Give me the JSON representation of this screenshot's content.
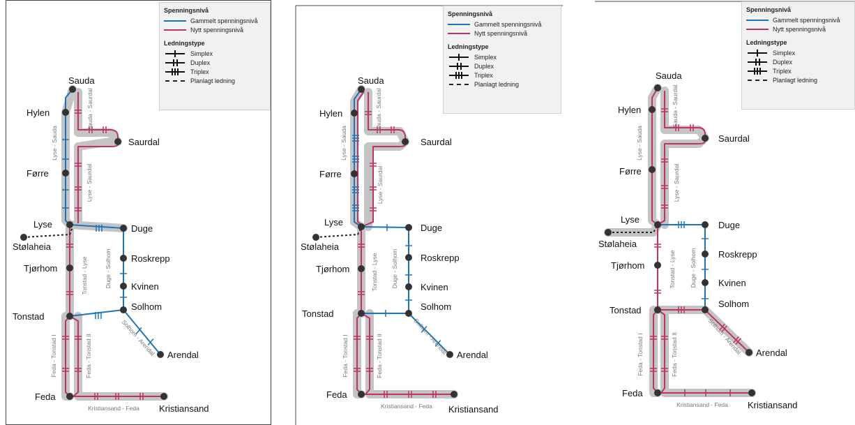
{
  "legend": {
    "voltage_title": "Spenningsnivå",
    "old_voltage": "Gammelt spenningsnivå",
    "new_voltage": "Nytt spenningsnivå",
    "line_type_title": "Ledningstype",
    "simplex": "Simplex",
    "duplex": "Duplex",
    "triplex": "Triplex",
    "planned": "Planlagt ledning"
  },
  "colors": {
    "old": "#1b75bc",
    "new": "#c0306a",
    "highlight": "#c4c4c4",
    "node": "#333333",
    "planned": "#222222"
  },
  "nodes": {
    "sauda": "Sauda",
    "hylen": "Hylen",
    "saurdal": "Saurdal",
    "forre": "Førre",
    "lyse": "Lyse",
    "duge": "Duge",
    "stolaheia": "Stølaheia",
    "roskrepp": "Roskrepp",
    "tjorhom": "Tjørhom",
    "kvinen": "Kvinen",
    "solhom": "Solhom",
    "tonstad": "Tonstad",
    "arendal": "Arendal",
    "feda": "Feda",
    "kristiansand": "Kristiansand"
  },
  "lines": {
    "sauda_saurdal": "Sauda - Saurdal",
    "lyse_sauda": "Lyse - Sauda",
    "lyse_saurdal": "Lyse - Saurdal",
    "tonstad_lyse": "Tonstad - Lyse",
    "duge_solhom": "Duge - Solhom",
    "solhom_arendal": "Solhom - Arendal",
    "feda_tonstad_1": "Feda - Tonstad I",
    "feda_tonstad_2": "Feda - Tonstad II",
    "kristiansand_feda": "Kristiansand - Feda"
  },
  "panels": [
    {
      "lyse_sauda": "old",
      "highlights": [
        "lyse_sauda_partial",
        "sauda_saurdal",
        "lyse_saurdal",
        "lyse_duge",
        "tonstad_lyse",
        "feda_tonstad",
        "kristiansand_feda"
      ]
    },
    {
      "lyse_sauda": "old+new",
      "highlights": [
        "lyse_sauda",
        "sauda_saurdal",
        "lyse_saurdal",
        "tonstad_lyse",
        "feda_tonstad",
        "kristiansand_feda"
      ]
    },
    {
      "lyse_sauda": "new",
      "highlights": [
        "lyse_sauda",
        "sauda_saurdal",
        "lyse_saurdal",
        "stolaheia_lyse",
        "tonstad_solhom",
        "solhom_arendal",
        "feda_tonstad",
        "kristiansand_feda"
      ]
    }
  ]
}
